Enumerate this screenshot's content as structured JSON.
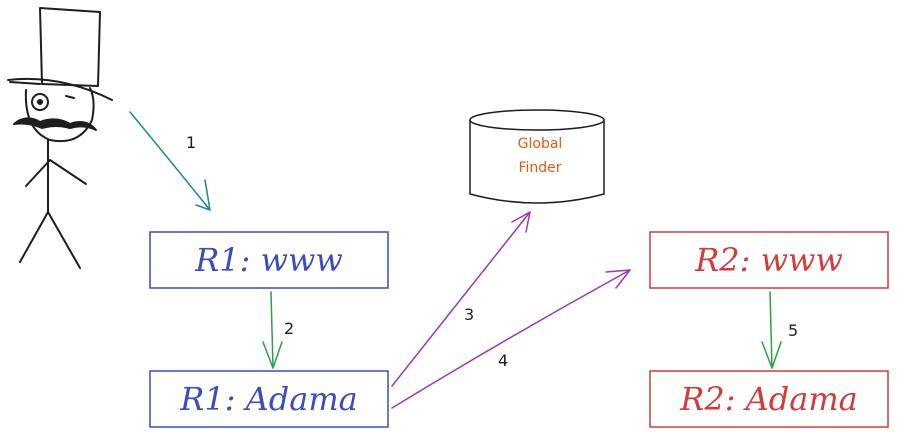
{
  "nodes": {
    "r1_www": {
      "label": "R1: www"
    },
    "r1_adama": {
      "label": "R1: Adama"
    },
    "r2_www": {
      "label": "R2: www"
    },
    "r2_adama": {
      "label": "R2: Adama"
    },
    "global_finder": {
      "line1": "Global",
      "line2": "Finder"
    }
  },
  "edges": {
    "e1": {
      "label": "1"
    },
    "e2": {
      "label": "2"
    },
    "e3": {
      "label": "3"
    },
    "e4": {
      "label": "4"
    },
    "e5": {
      "label": "5"
    }
  },
  "colors": {
    "region1": "#3b4cc0",
    "region2": "#d13b3b",
    "finder_text": "#e8590c",
    "arrow_teal": "#1c8a8a",
    "arrow_green": "#2f9e44",
    "arrow_purple": "#9c36b5",
    "ink": "#1e1e1e"
  },
  "icons": {
    "user": "top-hat-stick-figure"
  }
}
